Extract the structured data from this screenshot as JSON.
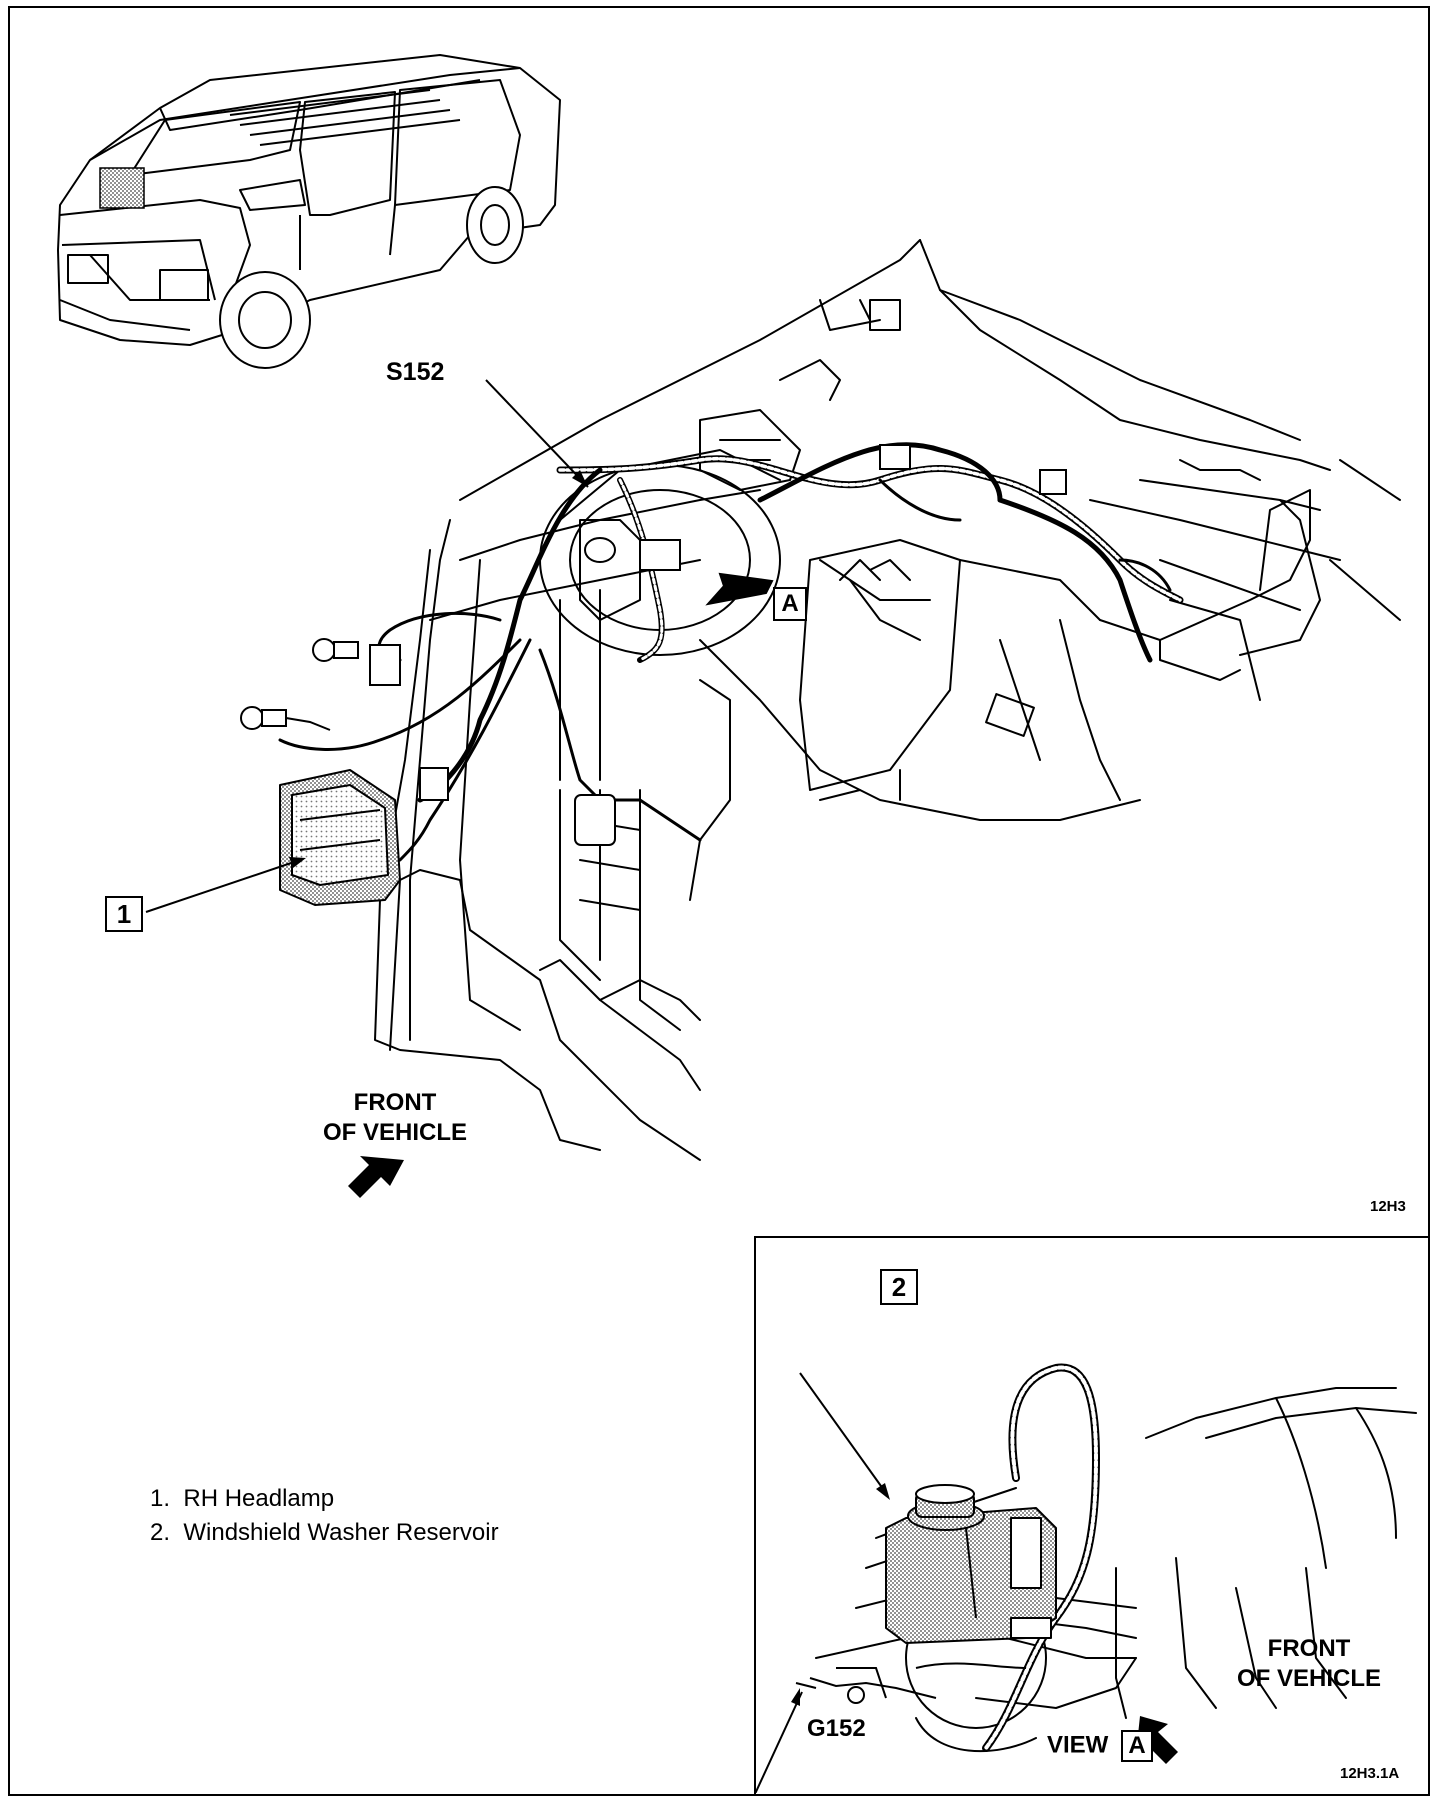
{
  "diagram": {
    "labels": {
      "splice": "S152",
      "ground": "G152",
      "view_label": "VIEW",
      "view_letter": "A",
      "arrow_letter": "A",
      "front_main_line1": "FRONT",
      "front_main_line2": "OF VEHICLE",
      "front_inset_line1": "FRONT",
      "front_inset_line2": "OF VEHICLE",
      "figure_code_main": "12H3",
      "figure_code_inset": "12H3.1A"
    },
    "callouts": [
      {
        "number": "1"
      },
      {
        "number": "2"
      }
    ],
    "legend": [
      {
        "number": "1.",
        "text": "RH Headlamp"
      },
      {
        "number": "2.",
        "text": "Windshield Washer Reservoir"
      }
    ]
  }
}
